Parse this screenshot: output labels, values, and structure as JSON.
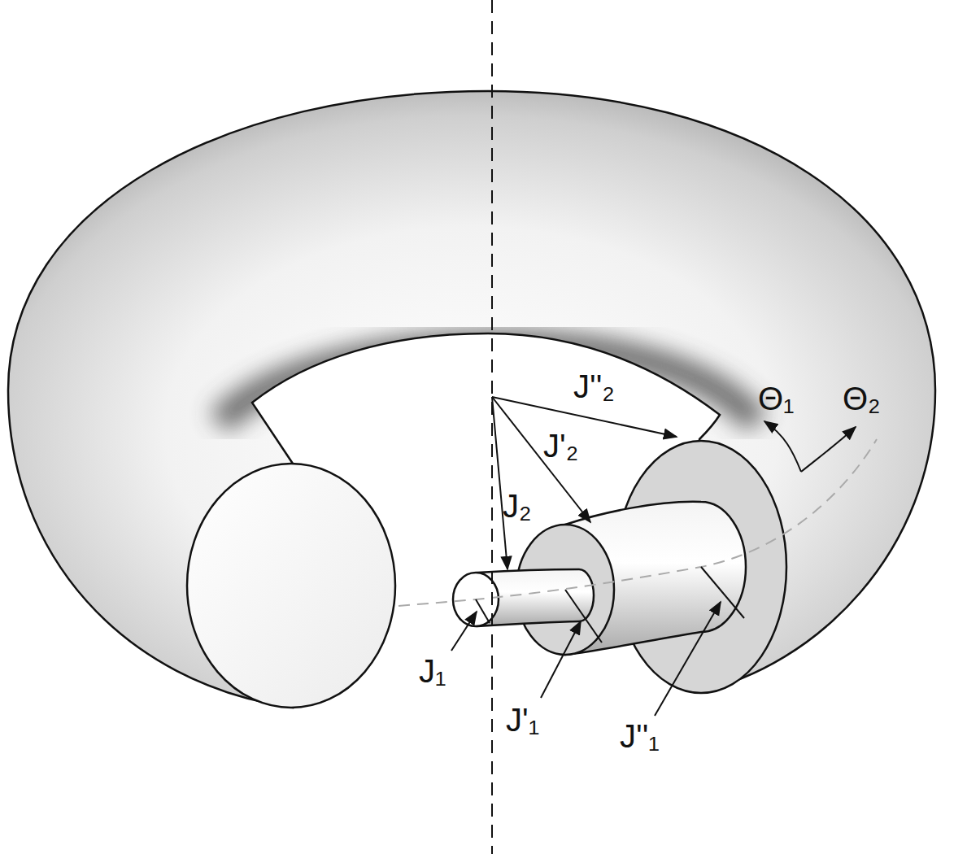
{
  "diagram": {
    "labels": [
      "J''₂",
      "Θ₁",
      "Θ₂",
      "J'₂",
      "J₂",
      "J₁",
      "J'₁",
      "J''₁"
    ]
  }
}
